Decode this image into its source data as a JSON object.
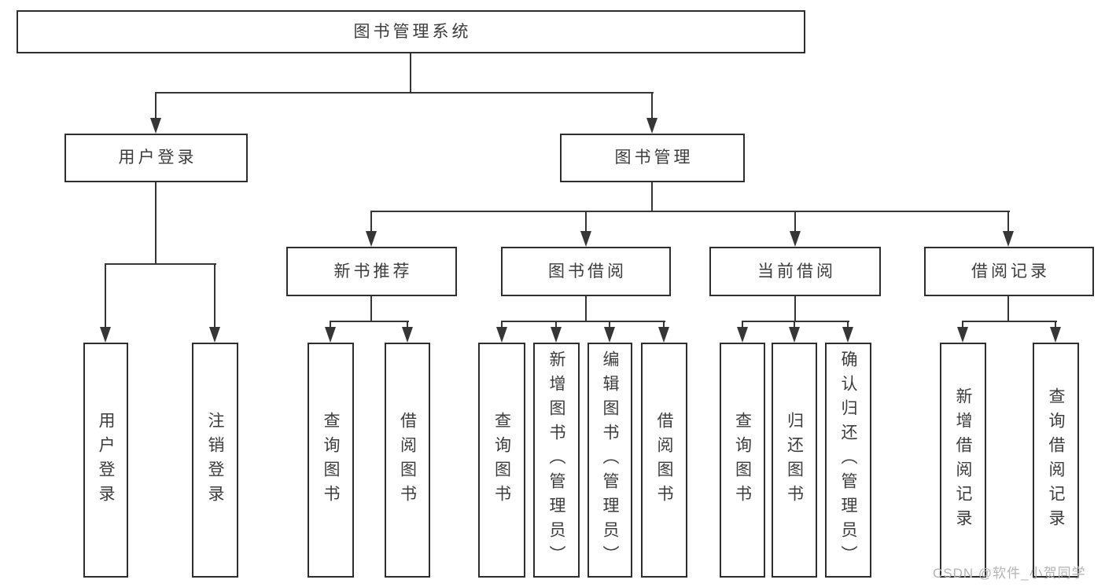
{
  "diagram": {
    "root": {
      "label": "图书管理系统"
    },
    "level2": [
      {
        "id": "user-login",
        "label": "用户登录"
      },
      {
        "id": "book-management",
        "label": "图书管理"
      }
    ],
    "level3": [
      {
        "id": "new-book-recommend",
        "label": "新书推荐"
      },
      {
        "id": "book-borrowing",
        "label": "图书借阅"
      },
      {
        "id": "current-borrowing",
        "label": "当前借阅"
      },
      {
        "id": "borrowing-records",
        "label": "借阅记录"
      }
    ],
    "leaves": {
      "user_login": [
        "用户登录",
        "注销登录"
      ],
      "new_book_recommend": [
        "查询图书",
        "借阅图书"
      ],
      "book_borrowing": [
        "查询图书",
        "新增图书（管理员）",
        "编辑图书（管理员）",
        "借阅图书"
      ],
      "current_borrowing": [
        "查询图书",
        "归还图书",
        "确认归还（管理员）"
      ],
      "borrowing_records": [
        "新增借阅记录",
        "查询借阅记录"
      ]
    },
    "watermark": "CSDN @软件_小贺同学",
    "colors": {
      "line": "#363636",
      "border": "#2e2e2e",
      "fill": "#ffffff",
      "text": "#3c3c3c",
      "watermark": "#b3b3b3"
    }
  }
}
